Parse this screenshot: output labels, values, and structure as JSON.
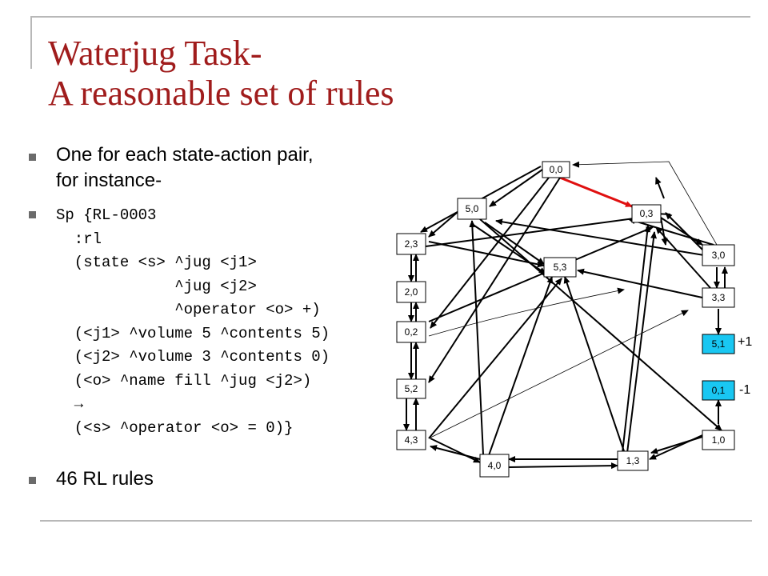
{
  "title": {
    "line1": "Waterjug Task-",
    "line2": "A reasonable set of rules"
  },
  "bullets": {
    "b1": "One for each state-action pair,",
    "b1_cont": "for instance-",
    "code": [
      "Sp {RL-0003",
      "  :rl",
      "  (state <s> ^jug <j1>",
      "             ^jug <j2>",
      "             ^operator <o> +)",
      "  (<j1> ^volume 5 ^contents 5)",
      "  (<j2> ^volume 3 ^contents 0)",
      "  (<o> ^name fill ^jug <j2>)",
      "  →",
      "  (<s> ^operator <o> = 0)}"
    ],
    "b3": "46 RL rules"
  },
  "graph": {
    "nodes": [
      {
        "id": "n00",
        "label": "0,0",
        "goal": false
      },
      {
        "id": "n50",
        "label": "5,0",
        "goal": false
      },
      {
        "id": "n03",
        "label": "0,3",
        "goal": false
      },
      {
        "id": "n23",
        "label": "2,3",
        "goal": false
      },
      {
        "id": "n53",
        "label": "5,3",
        "goal": false
      },
      {
        "id": "n30",
        "label": "3,0",
        "goal": false
      },
      {
        "id": "n20",
        "label": "2,0",
        "goal": false
      },
      {
        "id": "n33",
        "label": "3,3",
        "goal": false
      },
      {
        "id": "n02",
        "label": "0,2",
        "goal": false
      },
      {
        "id": "n51",
        "label": "5,1",
        "goal": true
      },
      {
        "id": "n52",
        "label": "5,2",
        "goal": false
      },
      {
        "id": "n01",
        "label": "0,1",
        "goal": true
      },
      {
        "id": "n43",
        "label": "4,3",
        "goal": false
      },
      {
        "id": "n10",
        "label": "1,0",
        "goal": false
      },
      {
        "id": "n13",
        "label": "1,3",
        "goal": false
      },
      {
        "id": "n40",
        "label": "4,0",
        "goal": false
      }
    ],
    "rewards": {
      "plus": "+1",
      "minus": "-1"
    }
  }
}
